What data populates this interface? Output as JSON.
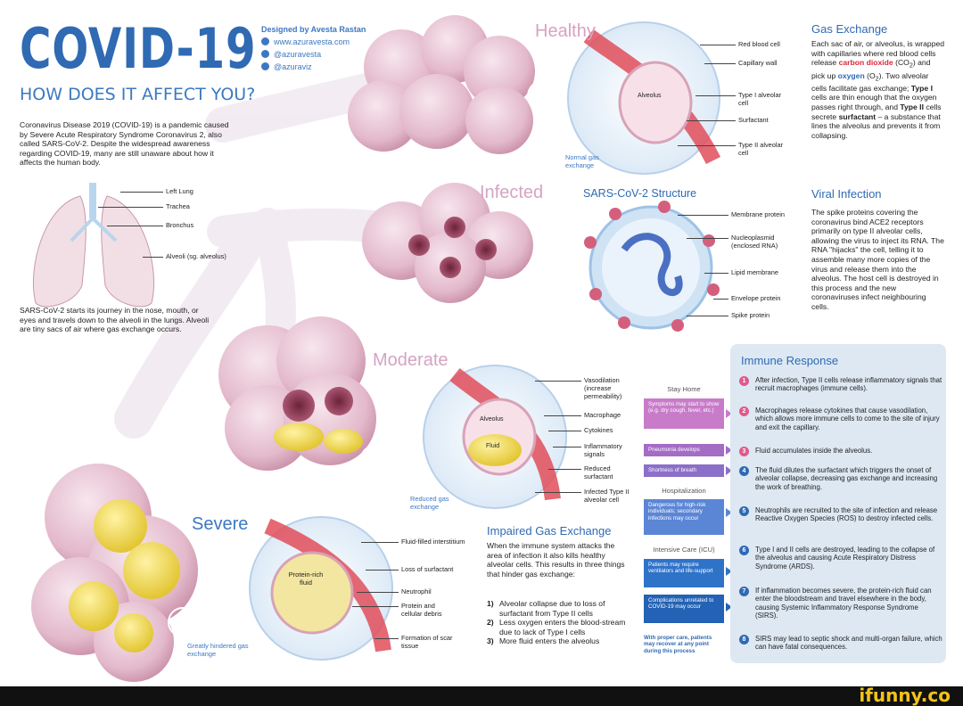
{
  "header": {
    "title": "COVID-19",
    "subtitle": "HOW DOES IT AFFECT YOU?",
    "designed_by": "Designed by Avesta Rastan",
    "website": "www.azuravesta.com",
    "handle1": "@azuravesta",
    "handle2": "@azuraviz"
  },
  "intro": "Coronavirus Disease 2019 (COVID-19) is a pandemic caused by Severe Acute Respiratory Syndrome Coronavirus 2, also called SARS-CoV-2. Despite the widespread awareness regarding COVID-19, many are still unaware about how it affects the human body.",
  "lungs": {
    "labels": [
      "Left Lung",
      "Trachea",
      "Bronchus",
      "Alveoli (sg. alveolus)"
    ],
    "text": "SARS-CoV-2 starts its journey in the nose, mouth, or eyes and travels down to the alveoli in the lungs. Alveoli are tiny sacs of air where gas exchange occurs."
  },
  "stages": {
    "healthy": "Healthy",
    "infected": "Infected",
    "moderate": "Moderate",
    "severe": "Severe"
  },
  "healthy_diagram": {
    "alveolus": "Alveolus",
    "caption": "Normal gas exchange",
    "labels": [
      "Red blood cell",
      "Capillary wall",
      "Type I alveolar cell",
      "Surfactant",
      "Type II alveolar cell"
    ]
  },
  "gas_exchange": {
    "heading": "Gas Exchange",
    "text_a": "Each sac of air, or alveolus, is wrapped with capillaries where red blood cells release ",
    "carbon": "carbon dioxide",
    "text_b": " (CO",
    "sub2": "2",
    "text_c": ") and pick up ",
    "oxygen": "oxygen",
    "text_d": " (O",
    "text_e": "). Two alveolar cells facilitate gas exchange; ",
    "type1": "Type I",
    "text_f": " cells are thin enough that the oxygen passes right through, and ",
    "type2": "Type II",
    "text_g": " cells secrete ",
    "surfactant": "surfactant",
    "text_h": " – a substance that lines the alveolus and prevents it from collapsing."
  },
  "sars_structure": {
    "heading": "SARS-CoV-2 Structure",
    "labels": [
      "Membrane protein",
      "Nucleoplasmid (enclosed RNA)",
      "Lipid membrane",
      "Envelope protein",
      "Spike protein"
    ]
  },
  "viral_infection": {
    "heading": "Viral Infection",
    "text": "The spike proteins covering the coronavirus bind ACE2 receptors primarily on type II alveolar cells, allowing the virus to inject its RNA. The RNA \"hijacks\" the cell, telling it to assemble many more copies of the virus and release them into the alveolus. The host cell is destroyed in this process and the new coronaviruses infect neighbouring cells."
  },
  "moderate_diagram": {
    "alveolus": "Alveolus",
    "fluid": "Fluid",
    "caption": "Reduced gas exchange",
    "labels": [
      "Vasodilation (increase permeability)",
      "Macrophage",
      "Cytokines",
      "Inflammatory signals",
      "Reduced surfactant",
      "Infected Type II alveolar cell"
    ]
  },
  "severe_diagram": {
    "fluid": "Protein-rich fluid",
    "caption": "Greatly hindered gas exchange",
    "labels": [
      "Fluid-filled interstitium",
      "Loss of surfactant",
      "Neutrophil",
      "Protein and cellular debris",
      "Formation of scar tissue"
    ]
  },
  "impaired": {
    "heading": "Impaired Gas Exchange",
    "text": "When the immune system attacks the area of infection it also kills healthy alveolar cells. This results in three things that hinder gas exchange:",
    "items": [
      "Alveolar collapse due to loss of surfactant from Type II cells",
      "Less oxygen enters the blood-stream due to lack of Type I cells",
      "More fluid enters the alveolus"
    ]
  },
  "care": {
    "stay_home": "Stay Home",
    "hospitalization": "Hospitalization",
    "intensive": "Intensive Care (ICU)",
    "symptoms": [
      {
        "text": "Symptoms may start to show (e.g. dry cough, fever, etc.)",
        "color": "#c87bc9"
      },
      {
        "text": "Pneumonia develops",
        "color": "#a56cc6"
      },
      {
        "text": "Shortness of breath",
        "color": "#8b6fc8"
      },
      {
        "text": "Dangerous for high-risk individuals; secondary infections may occur",
        "color": "#5b86d6"
      },
      {
        "text": "Patients may require ventilators and life-support",
        "color": "#2f73c9"
      },
      {
        "text": "Complications unrelated to COVID-19 may occur",
        "color": "#2362b4"
      }
    ],
    "note": "With proper care, patients may recover at any point during this process"
  },
  "immune": {
    "heading": "Immune Response",
    "steps": [
      {
        "n": "1",
        "text": "After infection, Type II cells release inflammatory signals that recruit macrophages (immune cells)."
      },
      {
        "n": "2",
        "text": "Macrophages release cytokines that cause vasodilation, which allows more immune cells to come to the site of injury and exit the capillary."
      },
      {
        "n": "3",
        "text": "Fluid accumulates inside the alveolus."
      },
      {
        "n": "4",
        "text": "The fluid dilutes the surfactant which triggers the onset of alveolar collapse, decreasing gas exchange and increasing the work of breathing."
      },
      {
        "n": "5",
        "text": "Neutrophils are recruited to the site of infection and release Reactive Oxygen Species (ROS) to destroy infected cells."
      },
      {
        "n": "6",
        "text": "Type I and II cells are destroyed, leading to the collapse of the alveolus and causing Acute Respiratory Distress Syndrome (ARDS)."
      },
      {
        "n": "7",
        "text": "If inflammation becomes severe, the protein-rich fluid can enter the bloodstream and travel elsewhere in the body, causing Systemic Inflammatory Response Syndrome (SIRS)."
      },
      {
        "n": "8",
        "text": "SIRS may lead to septic shock and multi-organ failure, which can have fatal consequences."
      }
    ]
  },
  "watermark": "ifunny.co"
}
